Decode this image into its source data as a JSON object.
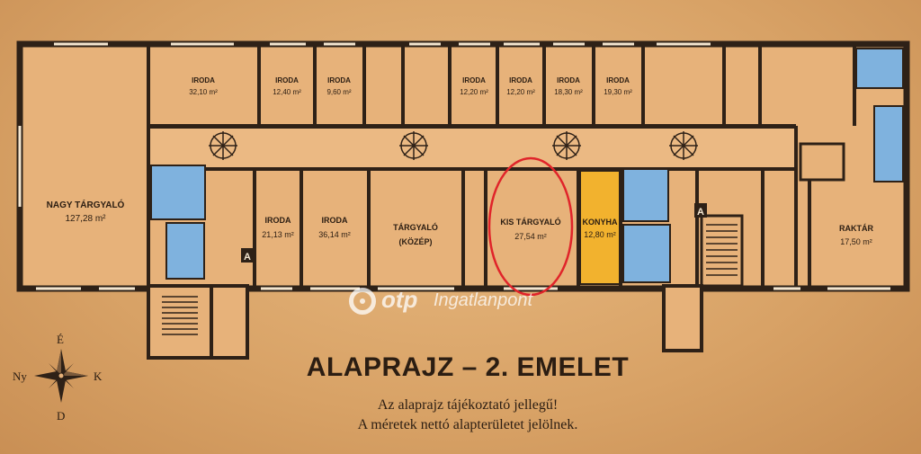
{
  "title": "ALAPRAJZ – 2. EMELET",
  "notes": {
    "line1": "Az alaprajz tájékoztató jellegű!",
    "line2": "A méretek nettó alapterületet jelölnek."
  },
  "watermark": {
    "brand": "otp",
    "suffix": "Ingatlanpont"
  },
  "compass": {
    "north": "É",
    "south": "D",
    "west": "Ny",
    "east": "K"
  },
  "stair_marker": "A",
  "rooms": {
    "nagy_targyalo": {
      "name": "NAGY TÁRGYALÓ",
      "area": "127,28 m²"
    },
    "iroda1": {
      "name": "IRODA",
      "area": "32,10 m²"
    },
    "iroda2": {
      "name": "IRODA",
      "area": "12,40 m²"
    },
    "iroda3": {
      "name": "IRODA",
      "area": "9,60 m²"
    },
    "iroda4": {
      "name": "IRODA",
      "area": "12,20 m²"
    },
    "iroda5": {
      "name": "IRODA",
      "area": "12,20 m²"
    },
    "iroda6": {
      "name": "IRODA",
      "area": "18,30 m²"
    },
    "iroda7": {
      "name": "IRODA",
      "area": "19,30 m²"
    },
    "iroda8": {
      "name": "IRODA",
      "area": "21,13 m²"
    },
    "iroda9": {
      "name": "IRODA",
      "area": "36,14 m²"
    },
    "targyalo_kozep": {
      "name": "TÁRGYALÓ",
      "sub": "(KÖZÉP)"
    },
    "kis_targyalo": {
      "name": "KIS TÁRGYALÓ",
      "area": "27,54 m²"
    },
    "konyha": {
      "name": "KONYHA",
      "area": "12,80 m²"
    },
    "raktar": {
      "name": "RAKTÁR",
      "area": "17,50 m²"
    }
  },
  "colors": {
    "background": "#d9a46a",
    "wall": "#2e2117",
    "floor": "#e7b27a",
    "wet_room": "#7fb2de",
    "kitchen": "#f2b22e",
    "highlight": "#e0242a"
  }
}
